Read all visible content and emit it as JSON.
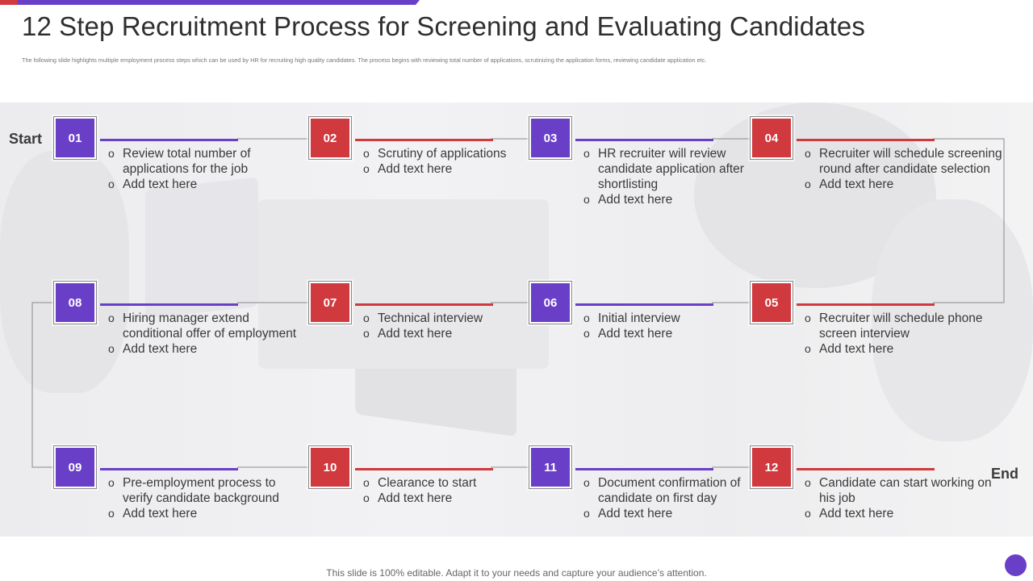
{
  "title": "12 Step Recruitment Process for Screening and Evaluating Candidates",
  "subtitle": "The following slide highlights multiple employment process steps which  can be used by HR for recruiting high quality candidates. The  process begins with reviewing total number of applications, scrutinizing the application forms, reviewing candidate application etc.",
  "labels": {
    "start": "Start",
    "end": "End"
  },
  "colors": {
    "purple": "#6a3fc8",
    "red": "#d0393d"
  },
  "steps": [
    {
      "number": "01",
      "color": "purple",
      "items": [
        "Review total number of applications for the job",
        "Add text here"
      ]
    },
    {
      "number": "02",
      "color": "red",
      "items": [
        "Scrutiny of applications",
        "Add text here"
      ]
    },
    {
      "number": "03",
      "color": "purple",
      "items": [
        "HR recruiter will review candidate application after shortlisting",
        "Add text here"
      ]
    },
    {
      "number": "04",
      "color": "red",
      "items": [
        "Recruiter will schedule screening round after candidate selection",
        "Add text here"
      ]
    },
    {
      "number": "05",
      "color": "red",
      "items": [
        "Recruiter will schedule phone screen interview",
        "Add text here"
      ]
    },
    {
      "number": "06",
      "color": "purple",
      "items": [
        "Initial interview",
        "Add text here"
      ]
    },
    {
      "number": "07",
      "color": "red",
      "items": [
        "Technical interview",
        "Add text here"
      ]
    },
    {
      "number": "08",
      "color": "purple",
      "items": [
        "Hiring manager extend conditional offer of employment",
        "Add text here"
      ]
    },
    {
      "number": "09",
      "color": "purple",
      "items": [
        "Pre-employment process to verify candidate background",
        "Add text here"
      ]
    },
    {
      "number": "10",
      "color": "red",
      "items": [
        "Clearance to start",
        "Add text here"
      ]
    },
    {
      "number": "11",
      "color": "purple",
      "items": [
        "Document confirmation of candidate on first day",
        "Add text here"
      ]
    },
    {
      "number": "12",
      "color": "red",
      "items": [
        "Candidate can start working on his job",
        "Add text here"
      ]
    }
  ],
  "footer": "This slide is 100% editable. Adapt it to your needs and capture your audience’s attention."
}
